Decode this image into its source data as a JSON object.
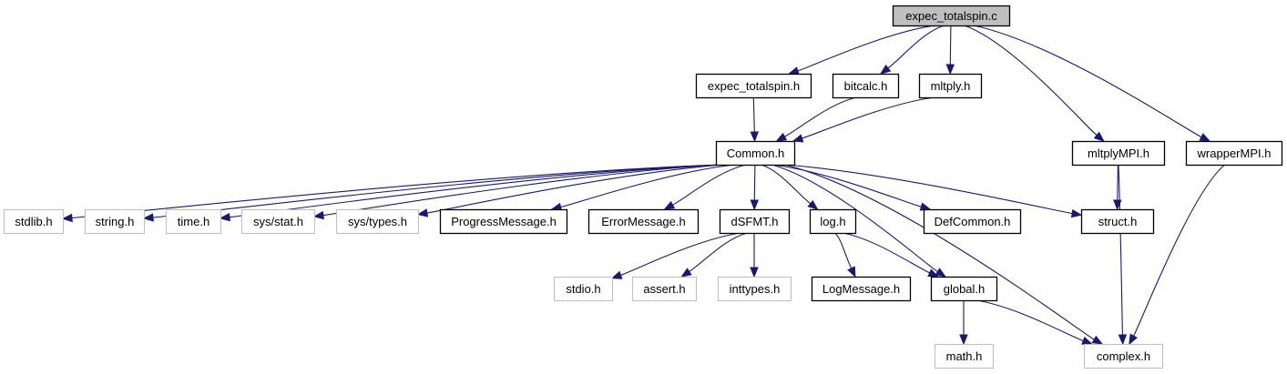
{
  "title": "expec_totalspin.c",
  "colors": {
    "edge": "#191970",
    "root_fill": "#bfbfbf",
    "system_border": "#bfbfbf",
    "local_border": "#000000"
  },
  "nodes": [
    {
      "id": "expec_totalspin_c",
      "label": "expec_totalspin.c",
      "kind": "root"
    },
    {
      "id": "expec_totalspin_h",
      "label": "expec_totalspin.h",
      "kind": "local"
    },
    {
      "id": "bitcalc_h",
      "label": "bitcalc.h",
      "kind": "local"
    },
    {
      "id": "mltply_h",
      "label": "mltply.h",
      "kind": "local"
    },
    {
      "id": "mltplyMPI_h",
      "label": "mltplyMPI.h",
      "kind": "local"
    },
    {
      "id": "wrapperMPI_h",
      "label": "wrapperMPI.h",
      "kind": "local"
    },
    {
      "id": "Common_h",
      "label": "Common.h",
      "kind": "local"
    },
    {
      "id": "stdlib_h",
      "label": "stdlib.h",
      "kind": "system"
    },
    {
      "id": "string_h",
      "label": "string.h",
      "kind": "system"
    },
    {
      "id": "time_h",
      "label": "time.h",
      "kind": "system"
    },
    {
      "id": "sys_stat_h",
      "label": "sys/stat.h",
      "kind": "system"
    },
    {
      "id": "sys_types_h",
      "label": "sys/types.h",
      "kind": "system"
    },
    {
      "id": "ProgressMessage_h",
      "label": "ProgressMessage.h",
      "kind": "local"
    },
    {
      "id": "ErrorMessage_h",
      "label": "ErrorMessage.h",
      "kind": "local"
    },
    {
      "id": "dSFMT_h",
      "label": "dSFMT.h",
      "kind": "local"
    },
    {
      "id": "log_h",
      "label": "log.h",
      "kind": "local"
    },
    {
      "id": "DefCommon_h",
      "label": "DefCommon.h",
      "kind": "local"
    },
    {
      "id": "struct_h",
      "label": "struct.h",
      "kind": "local"
    },
    {
      "id": "stdio_h",
      "label": "stdio.h",
      "kind": "system"
    },
    {
      "id": "assert_h",
      "label": "assert.h",
      "kind": "system"
    },
    {
      "id": "inttypes_h",
      "label": "inttypes.h",
      "kind": "system"
    },
    {
      "id": "LogMessage_h",
      "label": "LogMessage.h",
      "kind": "local"
    },
    {
      "id": "global_h",
      "label": "global.h",
      "kind": "local"
    },
    {
      "id": "math_h",
      "label": "math.h",
      "kind": "system"
    },
    {
      "id": "complex_h",
      "label": "complex.h",
      "kind": "system"
    }
  ],
  "edges": [
    [
      "expec_totalspin_c",
      "expec_totalspin_h"
    ],
    [
      "expec_totalspin_c",
      "bitcalc_h"
    ],
    [
      "expec_totalspin_c",
      "mltply_h"
    ],
    [
      "expec_totalspin_c",
      "mltplyMPI_h"
    ],
    [
      "expec_totalspin_c",
      "wrapperMPI_h"
    ],
    [
      "expec_totalspin_h",
      "Common_h"
    ],
    [
      "bitcalc_h",
      "Common_h"
    ],
    [
      "mltply_h",
      "Common_h"
    ],
    [
      "Common_h",
      "stdlib_h"
    ],
    [
      "Common_h",
      "string_h"
    ],
    [
      "Common_h",
      "time_h"
    ],
    [
      "Common_h",
      "sys_stat_h"
    ],
    [
      "Common_h",
      "sys_types_h"
    ],
    [
      "Common_h",
      "ProgressMessage_h"
    ],
    [
      "Common_h",
      "ErrorMessage_h"
    ],
    [
      "Common_h",
      "dSFMT_h"
    ],
    [
      "Common_h",
      "log_h"
    ],
    [
      "Common_h",
      "global_h"
    ],
    [
      "Common_h",
      "DefCommon_h"
    ],
    [
      "Common_h",
      "complex_h"
    ],
    [
      "Common_h",
      "struct_h"
    ],
    [
      "mltplyMPI_h",
      "struct_h"
    ],
    [
      "mltplyMPI_h",
      "complex_h"
    ],
    [
      "wrapperMPI_h",
      "complex_h"
    ],
    [
      "dSFMT_h",
      "stdio_h"
    ],
    [
      "dSFMT_h",
      "assert_h"
    ],
    [
      "dSFMT_h",
      "inttypes_h"
    ],
    [
      "log_h",
      "LogMessage_h"
    ],
    [
      "log_h",
      "global_h"
    ],
    [
      "global_h",
      "math_h"
    ],
    [
      "global_h",
      "complex_h"
    ]
  ]
}
